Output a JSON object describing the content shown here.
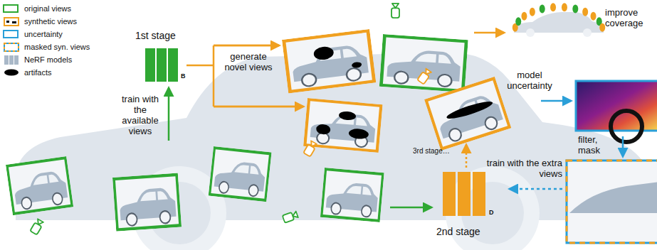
{
  "diagram": {
    "nodes": [
      {
        "text": [
          "1st stage",
          "B"
        ]
      },
      {
        "text": [
          "2nd stage",
          "D"
        ]
      }
    ],
    "labels": [
      "generate novel views",
      "train with the available views",
      "model uncertainty",
      "filter, mask",
      "train with the extra views",
      "3rd stage…",
      "improve coverage"
    ],
    "legend": [
      {
        "text": "original views",
        "color": "#2fa833"
      },
      {
        "text": "synthetic views"
      },
      {
        "text": "uncertainty",
        "color": "#2a9fd8"
      },
      {
        "text": "masked syn. views"
      },
      {
        "text": "NeRF models"
      },
      {
        "text": "artifacts"
      }
    ]
  }
}
